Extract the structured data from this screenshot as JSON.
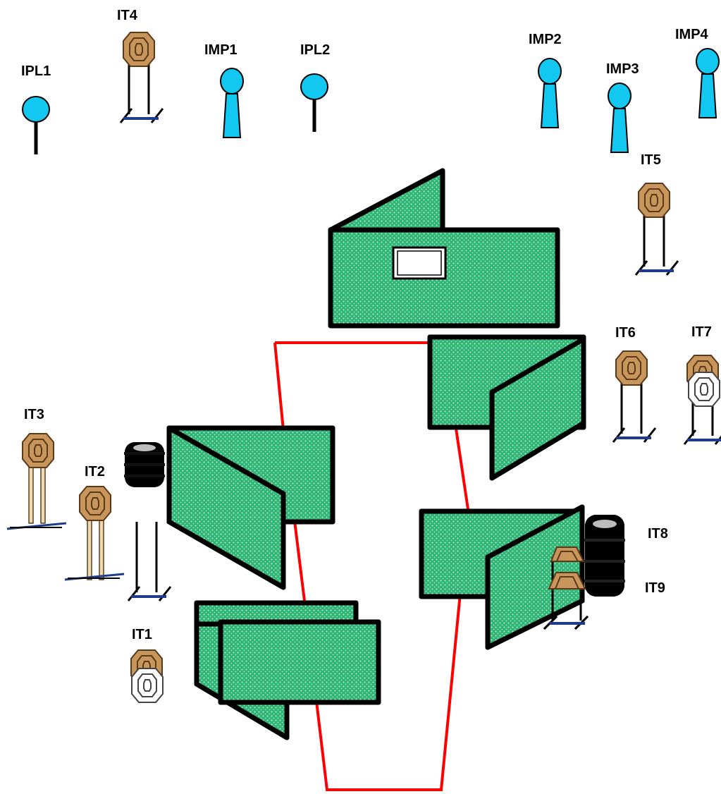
{
  "colors": {
    "wall_fill": "#2fb575",
    "wall_pattern": "#c8f0d8",
    "fault_line": "#ff0000",
    "popper": "#12c8f0",
    "target": "#c8965a",
    "target_no_shoot": "#ffffff",
    "barrel": "#000000"
  },
  "labels": {
    "ipl1": "IPL1",
    "it4": "IT4",
    "imp1": "IMP1",
    "ipl2": "IPL2",
    "imp2": "IMP2",
    "imp3": "IMP3",
    "imp4": "IMP4",
    "it5": "IT5",
    "it6": "IT6",
    "it7": "IT7",
    "it3": "IT3",
    "it2": "IT2",
    "it8": "IT8",
    "it9": "IT9",
    "it1": "IT1"
  },
  "icons": {
    "steel_plate": "round-plate-on-pole",
    "mini_popper": "popper-icon",
    "ipsc_target": "octagon-target-on-stand",
    "no_shoot": "white-octagon-target",
    "barrel": "stacked-barrel-icon",
    "wall": "mesh-wall-panel",
    "fault_line": "shooting-area-boundary"
  }
}
